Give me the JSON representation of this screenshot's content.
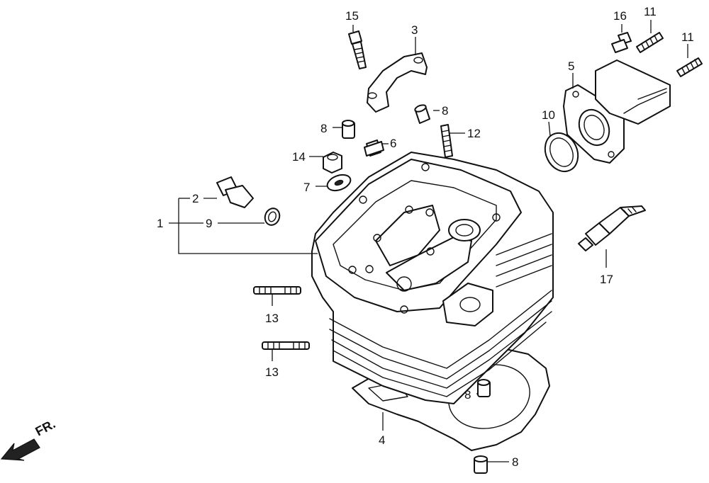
{
  "callouts": [
    {
      "id": "c1",
      "text": "1"
    },
    {
      "id": "c2",
      "text": "2"
    },
    {
      "id": "c3",
      "text": "3"
    },
    {
      "id": "c4",
      "text": "4"
    },
    {
      "id": "c5",
      "text": "5"
    },
    {
      "id": "c6",
      "text": "6"
    },
    {
      "id": "c7",
      "text": "7"
    },
    {
      "id": "c8a",
      "text": "8"
    },
    {
      "id": "c8b",
      "text": "8"
    },
    {
      "id": "c8c",
      "text": "8"
    },
    {
      "id": "c8d",
      "text": "8"
    },
    {
      "id": "c9",
      "text": "9"
    },
    {
      "id": "c10",
      "text": "10"
    },
    {
      "id": "c11a",
      "text": "11"
    },
    {
      "id": "c11b",
      "text": "11"
    },
    {
      "id": "c12",
      "text": "12"
    },
    {
      "id": "c13a",
      "text": "13"
    },
    {
      "id": "c13b",
      "text": "13"
    },
    {
      "id": "c14",
      "text": "14"
    },
    {
      "id": "c15",
      "text": "15"
    },
    {
      "id": "c16",
      "text": "16"
    },
    {
      "id": "c17",
      "text": "17"
    }
  ],
  "direction_label": "FR.",
  "colors": {
    "ink": "#111111",
    "paper": "#ffffff"
  }
}
